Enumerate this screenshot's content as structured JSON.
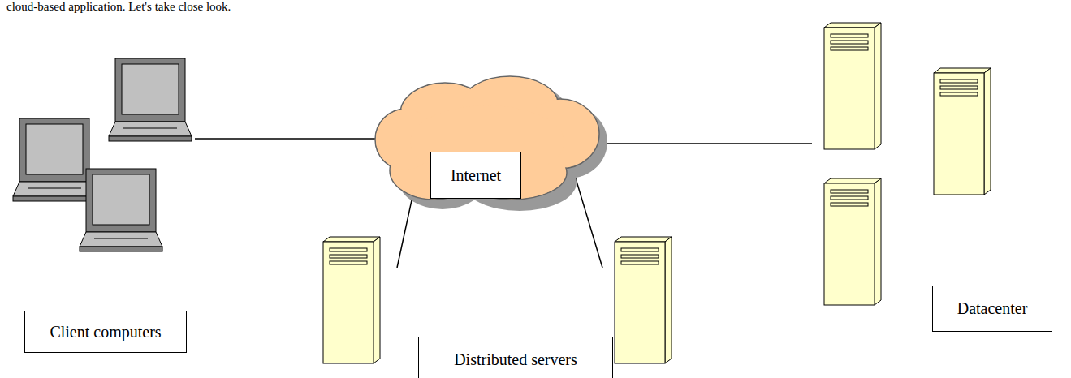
{
  "diagram": {
    "nodes": [
      {
        "text": [
          "Internet"
        ]
      },
      {
        "text": [
          "Datacenter"
        ]
      },
      {
        "text": [
          "Client computers"
        ]
      },
      {
        "text": [
          "Distributed servers"
        ]
      }
    ],
    "labels": [
      "cloud-based application. Let's take close look."
    ]
  }
}
